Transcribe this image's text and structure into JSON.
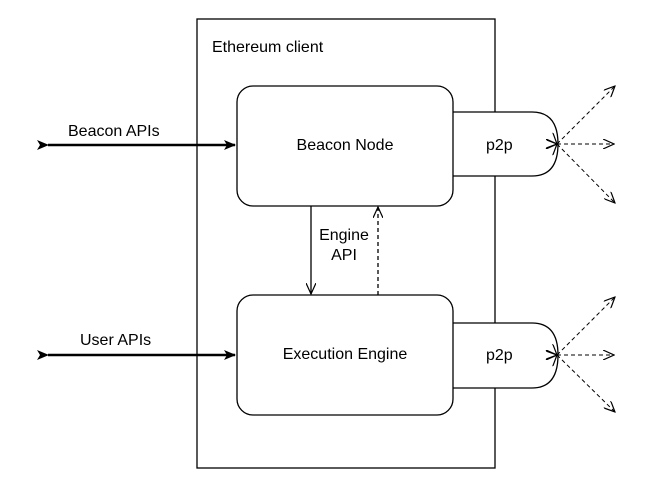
{
  "client": {
    "title": "Ethereum client"
  },
  "beacon_node": {
    "label": "Beacon Node",
    "p2p_label": "p2p"
  },
  "execution_engine": {
    "label": "Execution Engine",
    "p2p_label": "p2p"
  },
  "engine_api": {
    "line1": "Engine",
    "line2": "API"
  },
  "external": {
    "beacon_apis": "Beacon APIs",
    "user_apis": "User APIs"
  }
}
